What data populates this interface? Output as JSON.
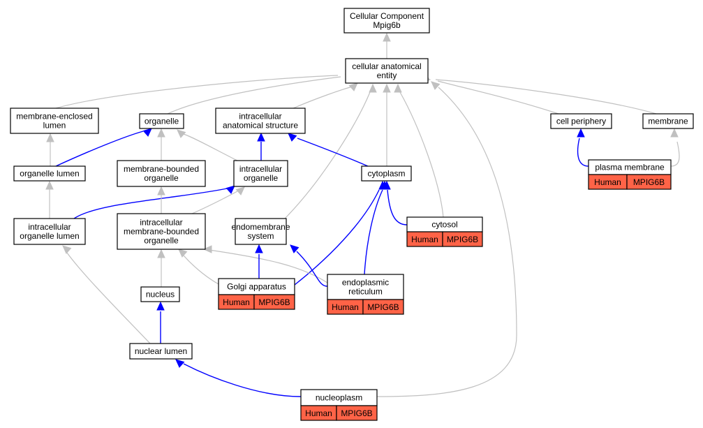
{
  "diagram": {
    "colors": {
      "is_a": "#c0c0c0",
      "part_of": "#0000ff",
      "annotation_fill": "#ff6347",
      "node_fill": "#ffffff",
      "node_stroke": "#000000"
    },
    "nodes": [
      {
        "id": "root",
        "lines": [
          "Cellular Component",
          "Mpig6b"
        ]
      },
      {
        "id": "cae",
        "lines": [
          "cellular anatomical",
          "entity"
        ]
      },
      {
        "id": "mel",
        "lines": [
          "membrane-enclosed",
          "lumen"
        ]
      },
      {
        "id": "org",
        "lines": [
          "organelle"
        ]
      },
      {
        "id": "ias",
        "lines": [
          "intracellular",
          "anatomical structure"
        ]
      },
      {
        "id": "cp",
        "lines": [
          "cell periphery"
        ]
      },
      {
        "id": "mem",
        "lines": [
          "membrane"
        ]
      },
      {
        "id": "ol",
        "lines": [
          "organelle lumen"
        ]
      },
      {
        "id": "mbo",
        "lines": [
          "membrane-bounded",
          "organelle"
        ]
      },
      {
        "id": "io",
        "lines": [
          "intracellular",
          "organelle"
        ]
      },
      {
        "id": "cyt",
        "lines": [
          "cytoplasm"
        ]
      },
      {
        "id": "pm",
        "lines": [
          "plasma membrane"
        ],
        "tags": [
          "Human",
          "MPIG6B"
        ]
      },
      {
        "id": "iol",
        "lines": [
          "intracellular",
          "organelle lumen"
        ]
      },
      {
        "id": "imbo",
        "lines": [
          "intracellular",
          "membrane-bounded",
          "organelle"
        ]
      },
      {
        "id": "ems",
        "lines": [
          "endomembrane",
          "system"
        ]
      },
      {
        "id": "cytosol",
        "lines": [
          "cytosol"
        ],
        "tags": [
          "Human",
          "MPIG6B"
        ]
      },
      {
        "id": "golgi",
        "lines": [
          "Golgi apparatus"
        ],
        "tags": [
          "Human",
          "MPIG6B"
        ]
      },
      {
        "id": "er",
        "lines": [
          "endoplasmic",
          "reticulum"
        ],
        "tags": [
          "Human",
          "MPIG6B"
        ]
      },
      {
        "id": "nuc",
        "lines": [
          "nucleus"
        ]
      },
      {
        "id": "nl",
        "lines": [
          "nuclear lumen"
        ]
      },
      {
        "id": "np",
        "lines": [
          "nucleoplasm"
        ],
        "tags": [
          "Human",
          "MPIG6B"
        ]
      }
    ],
    "edges": [
      {
        "from": "cae",
        "to": "root",
        "type": "is_a"
      },
      {
        "from": "mel",
        "to": "cae",
        "type": "is_a"
      },
      {
        "from": "org",
        "to": "cae",
        "type": "is_a"
      },
      {
        "from": "ias",
        "to": "cae",
        "type": "is_a"
      },
      {
        "from": "cp",
        "to": "cae",
        "type": "is_a"
      },
      {
        "from": "mem",
        "to": "cae",
        "type": "is_a"
      },
      {
        "from": "ems",
        "to": "cae",
        "type": "is_a"
      },
      {
        "from": "cyt",
        "to": "cae",
        "type": "is_a"
      },
      {
        "from": "cytosol",
        "to": "cae",
        "type": "is_a"
      },
      {
        "from": "np",
        "to": "cae",
        "type": "is_a"
      },
      {
        "from": "ol",
        "to": "mel",
        "type": "is_a"
      },
      {
        "from": "ol",
        "to": "org",
        "type": "part_of"
      },
      {
        "from": "mbo",
        "to": "org",
        "type": "is_a"
      },
      {
        "from": "io",
        "to": "org",
        "type": "is_a"
      },
      {
        "from": "io",
        "to": "ias",
        "type": "part_of"
      },
      {
        "from": "cyt",
        "to": "ias",
        "type": "part_of"
      },
      {
        "from": "pm",
        "to": "cp",
        "type": "part_of"
      },
      {
        "from": "pm",
        "to": "mem",
        "type": "is_a"
      },
      {
        "from": "iol",
        "to": "ol",
        "type": "is_a"
      },
      {
        "from": "iol",
        "to": "io",
        "type": "part_of"
      },
      {
        "from": "imbo",
        "to": "mbo",
        "type": "is_a"
      },
      {
        "from": "imbo",
        "to": "io",
        "type": "is_a"
      },
      {
        "from": "cytosol",
        "to": "cyt",
        "type": "part_of"
      },
      {
        "from": "golgi",
        "to": "cyt",
        "type": "part_of"
      },
      {
        "from": "er",
        "to": "cyt",
        "type": "part_of"
      },
      {
        "from": "golgi",
        "to": "imbo",
        "type": "is_a"
      },
      {
        "from": "er",
        "to": "imbo",
        "type": "is_a"
      },
      {
        "from": "golgi",
        "to": "ems",
        "type": "part_of"
      },
      {
        "from": "er",
        "to": "ems",
        "type": "part_of"
      },
      {
        "from": "nuc",
        "to": "imbo",
        "type": "is_a"
      },
      {
        "from": "nl",
        "to": "iol",
        "type": "is_a"
      },
      {
        "from": "nl",
        "to": "nuc",
        "type": "part_of"
      },
      {
        "from": "np",
        "to": "nl",
        "type": "part_of"
      }
    ]
  }
}
